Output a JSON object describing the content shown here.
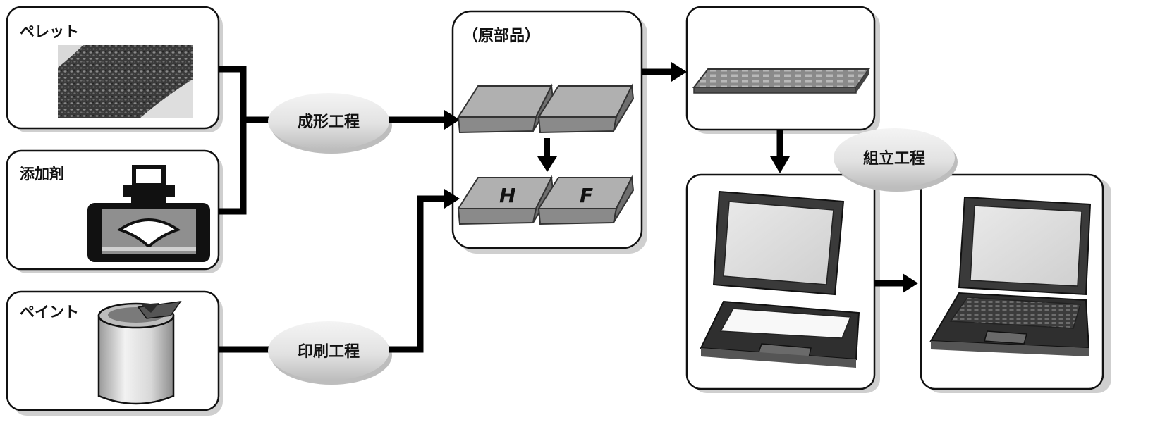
{
  "inputs": {
    "pellet": "ペレット",
    "additive": "添加剤",
    "paint": "ペイント"
  },
  "processes": {
    "molding": "成形工程",
    "printing": "印刷工程",
    "assembly": "組立工程"
  },
  "parts": {
    "title": "（原部品）",
    "key_h": "H",
    "key_f": "F"
  },
  "colors": {
    "box_border": "#111111",
    "box_fill": "#ffffff",
    "shadow": "#cfcfcf",
    "arrow": "#000000",
    "key_fill": "#8f8f8f",
    "ellipse_fill": "#e6e6e6"
  },
  "icons": {
    "pellet": "pellet-granules-image",
    "additive": "additive-bottle-icon",
    "paint": "paint-can-icon",
    "keyboard": "keyboard-panel-icon",
    "laptop_open": "laptop-unassembled-icon",
    "laptop_done": "laptop-finished-icon"
  }
}
